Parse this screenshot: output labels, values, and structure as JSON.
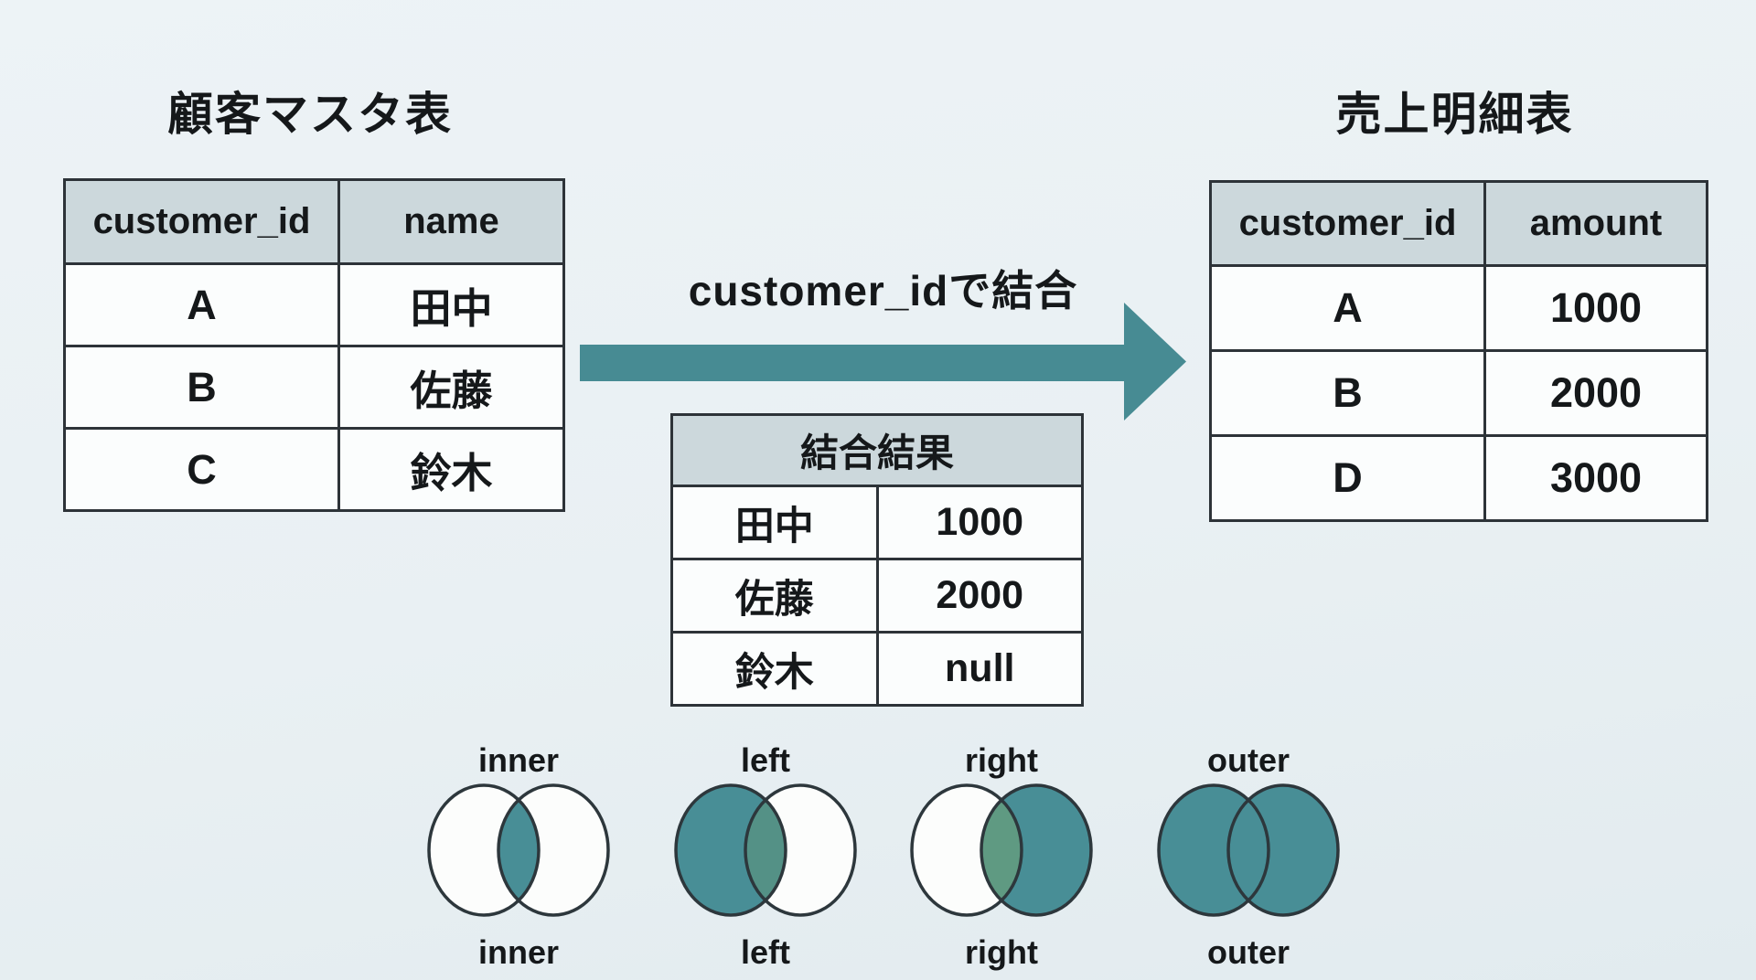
{
  "colors": {
    "background_top": "#edf3f6",
    "background_bottom": "#e2ebef",
    "table_header_fill": "#ccd8dc",
    "table_cell_fill": "#fbfdfd",
    "table_border": "#2d3338",
    "accent_teal": "#478b93",
    "venn_stroke": "#2d373c",
    "venn_white": "#fcfdfc",
    "text": "#15181a"
  },
  "left_table": {
    "title": "顧客マスタ表",
    "headers": [
      "customer_id",
      "name"
    ],
    "rows": [
      [
        "A",
        "田中"
      ],
      [
        "B",
        "佐藤"
      ],
      [
        "C",
        "鈴木"
      ]
    ]
  },
  "right_table": {
    "title": "売上明細表",
    "headers": [
      "customer_id",
      "amount"
    ],
    "rows": [
      [
        "A",
        "1000"
      ],
      [
        "B",
        "2000"
      ],
      [
        "D",
        "3000"
      ]
    ]
  },
  "result_table": {
    "title": "結合結果",
    "rows": [
      [
        "田中",
        "1000"
      ],
      [
        "佐藤",
        "2000"
      ],
      [
        "鈴木",
        "null"
      ]
    ]
  },
  "join_arrow": {
    "label": "customer_idで結合",
    "direction": "right",
    "color": "#478b93"
  },
  "venn": {
    "items": [
      {
        "label": "inner",
        "left_fill": "#fcfdfc",
        "right_fill": "#fcfdfc",
        "intersection_fill": "#488e96"
      },
      {
        "label": "left",
        "left_fill": "#488e96",
        "right_fill": "#fcfdfc",
        "intersection_fill": "#549186"
      },
      {
        "label": "right",
        "left_fill": "#fcfdfc",
        "right_fill": "#488e96",
        "intersection_fill": "#5f9a82"
      },
      {
        "label": "outer",
        "left_fill": "#488e96",
        "right_fill": "#488e96",
        "intersection_fill": "#488e96"
      }
    ]
  }
}
